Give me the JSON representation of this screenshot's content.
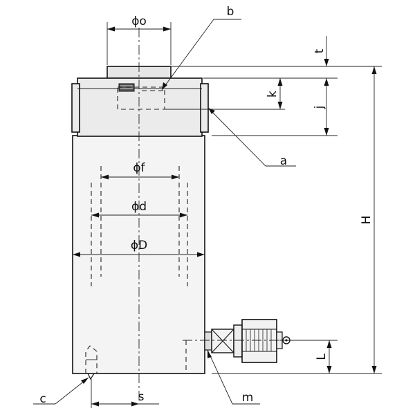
{
  "labels": {
    "phi_o": "ϕo",
    "b": "b",
    "t": "t",
    "k": "k",
    "j": "j",
    "a": "a",
    "phi_f": "ϕf",
    "phi_d": "ϕd",
    "phi_D": "ϕD",
    "H": "H",
    "L": "L",
    "c": "c",
    "s": "s",
    "m": "m"
  },
  "colors": {
    "line": "#111111",
    "body": "#f4f4f4",
    "cap": "#ebebeb",
    "ram": "#e6e6e6"
  }
}
